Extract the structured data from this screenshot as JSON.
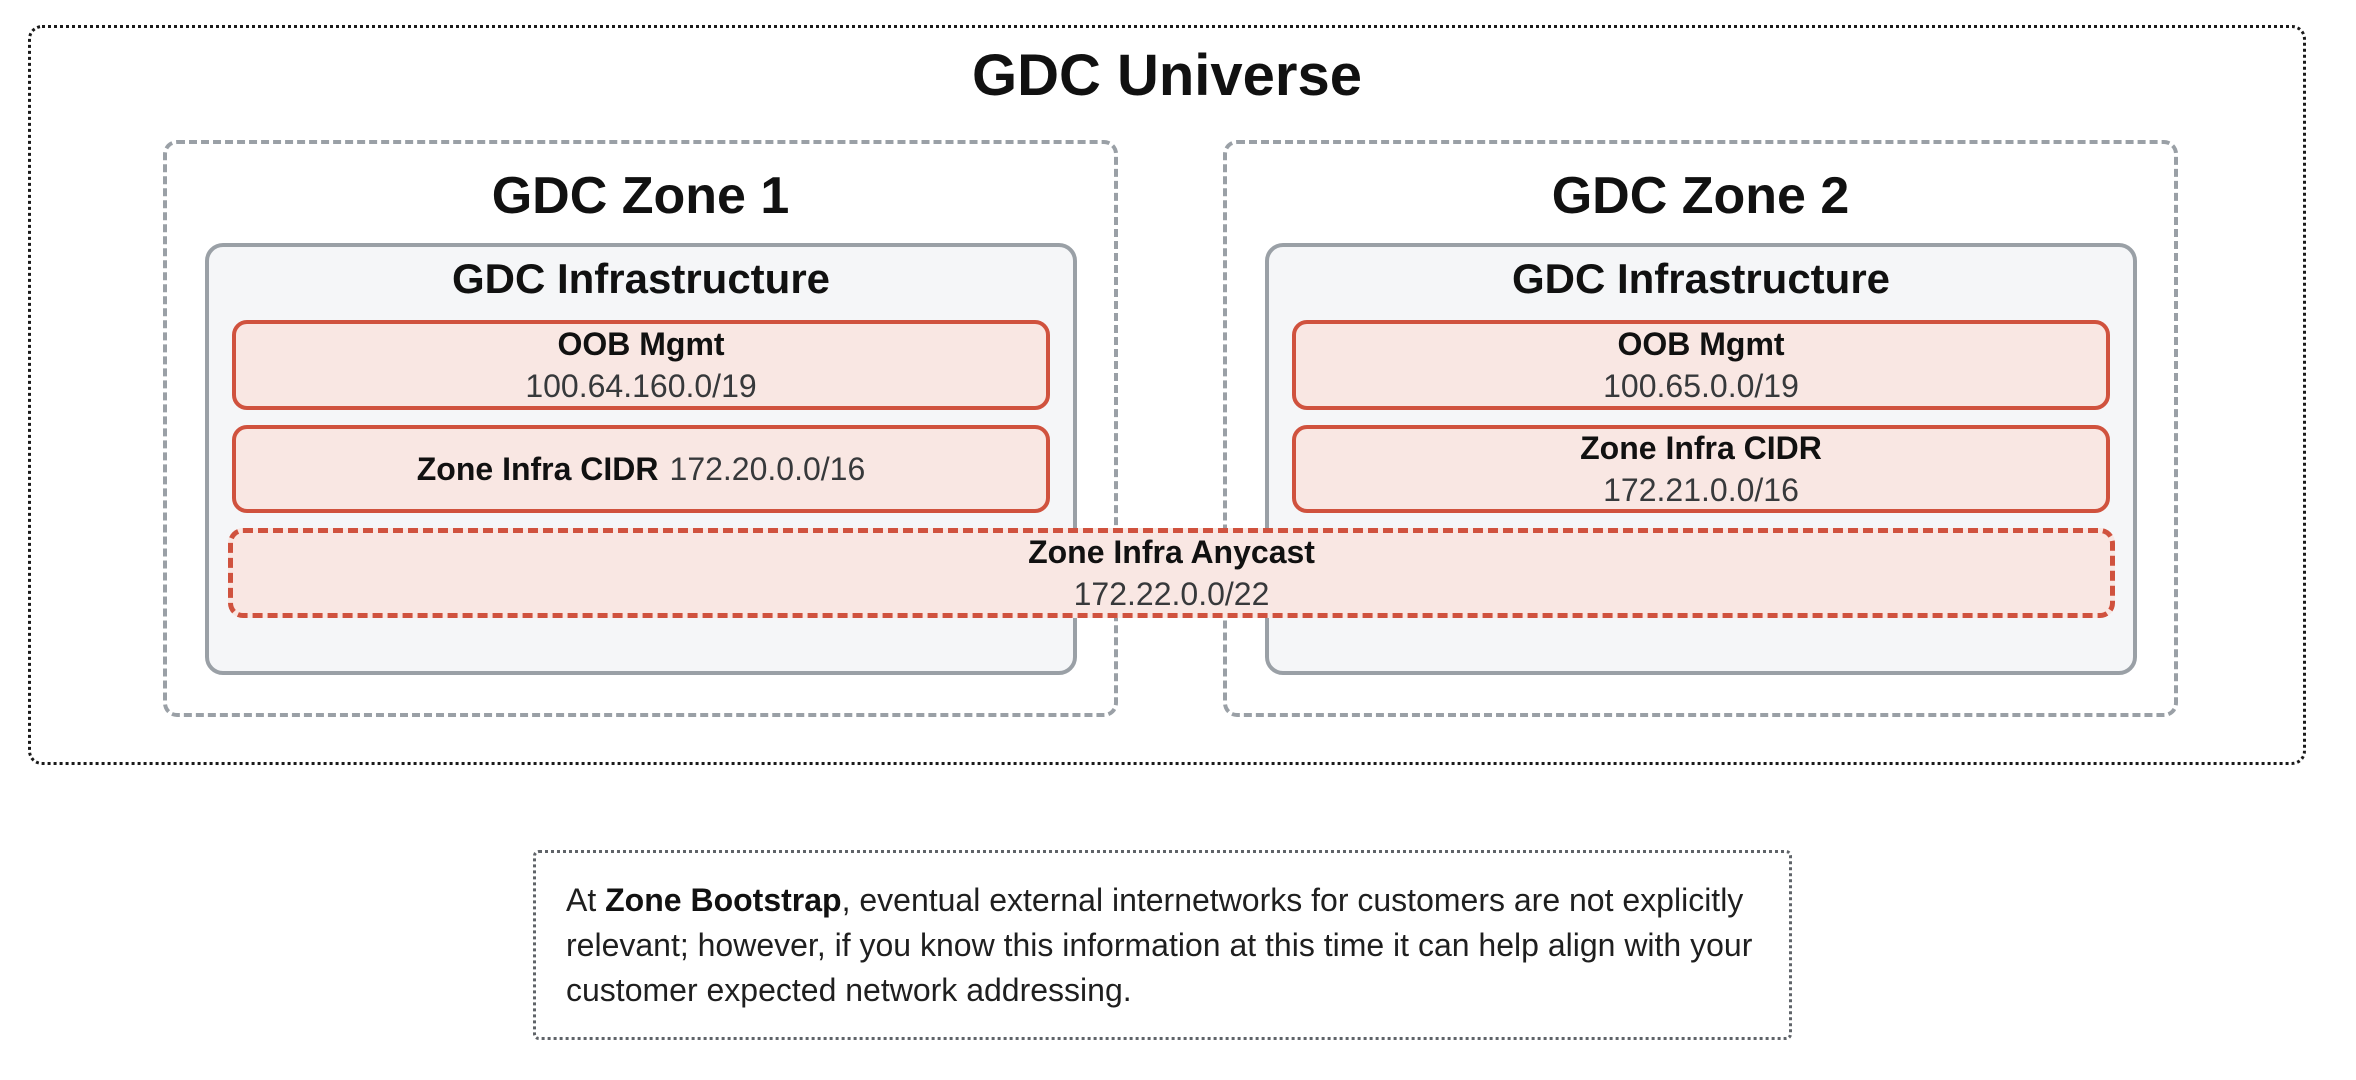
{
  "diagram": {
    "universe_title": "GDC Universe",
    "zone1": {
      "title": "GDC Zone 1",
      "infrastructure_title": "GDC Infrastructure",
      "oob_label": "OOB Mgmt",
      "oob_cidr": "100.64.160.0/19",
      "infra_cidr_label": "Zone Infra CIDR",
      "infra_cidr_value": "172.20.0.0/16"
    },
    "zone2": {
      "title": "GDC Zone 2",
      "infrastructure_title": "GDC Infrastructure",
      "oob_label": "OOB Mgmt",
      "oob_cidr": "100.65.0.0/19",
      "infra_cidr_label": "Zone Infra CIDR",
      "infra_cidr_value": "172.21.0.0/16"
    },
    "anycast": {
      "label": "Zone Infra Anycast",
      "cidr": "172.22.0.0/22"
    }
  },
  "note": {
    "prefix": "At",
    "bold_term": "Zone Bootstrap",
    "rest": ", eventual external internetworks for customers are not explicitly relevant; however, if you know this information at this time it can help align with your customer expected network addressing."
  },
  "colors": {
    "accent_red_border": "#d0523e",
    "red_fill": "#f9e7e3",
    "gray_border": "#9aa0a6",
    "infra_fill": "#f5f6f8",
    "universe_outline": "#1a1a1a",
    "note_border": "#5f6368",
    "text_dark": "#111111",
    "text_value": "#37393b"
  }
}
